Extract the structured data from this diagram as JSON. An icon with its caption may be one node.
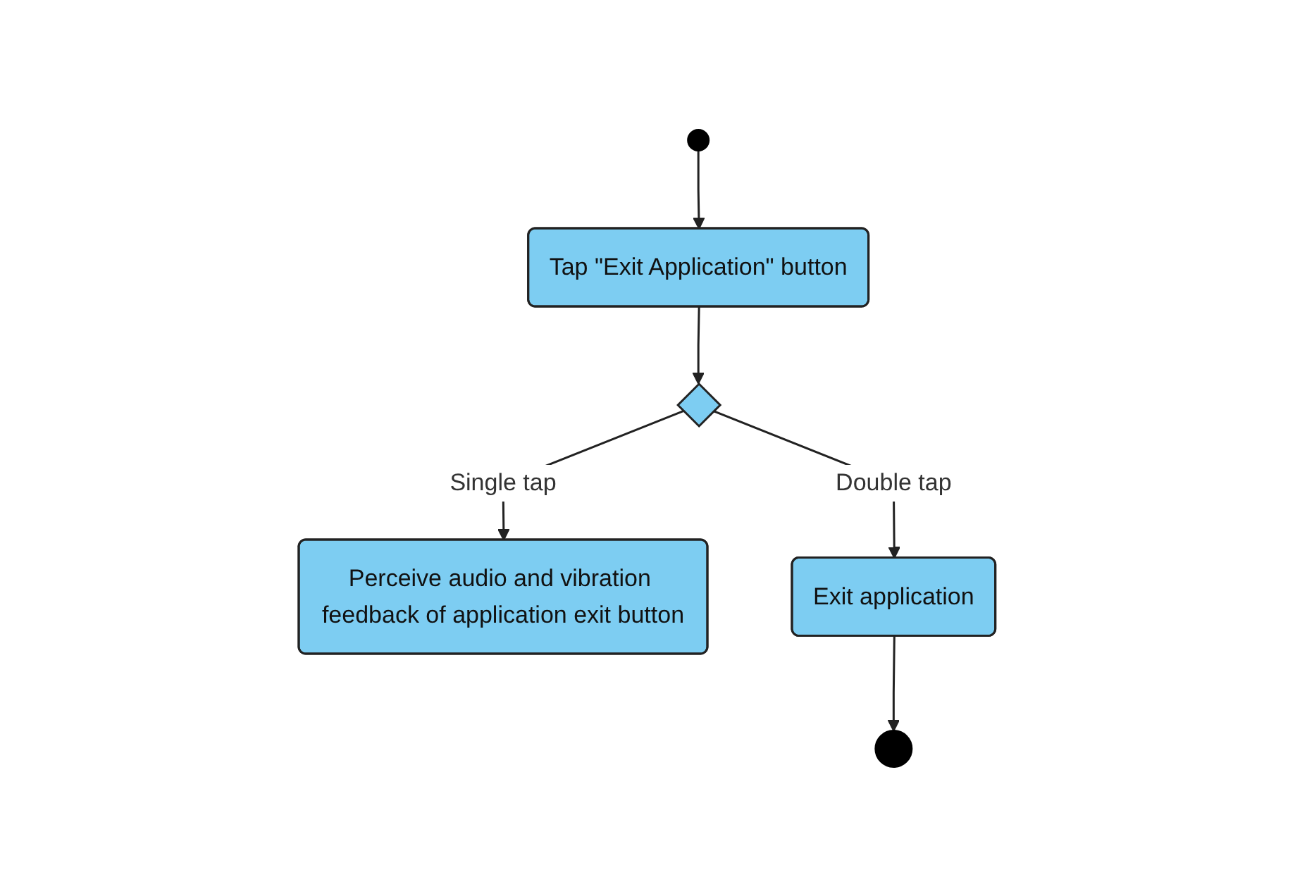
{
  "diagram": {
    "nodes": [
      {
        "text": [],
        "shape": "circle"
      },
      {
        "text": [
          "Tap \"Exit Application\" button"
        ]
      },
      {
        "text": [],
        "shape": "diamond"
      },
      {
        "text": [
          "Perceive audio and vibration feedback of application exit button"
        ]
      },
      {
        "text": [
          "Exit application"
        ]
      },
      {
        "text": [],
        "shape": "circle"
      }
    ],
    "edges": [
      {
        "from": 0,
        "to": 1,
        "arrow": "to"
      },
      {
        "from": 1,
        "to": 2,
        "arrow": "to"
      },
      {
        "from": 2,
        "to": 3,
        "arrow": "to",
        "label": "Single tap"
      },
      {
        "from": 2,
        "to": 4,
        "arrow": "to",
        "label": "Double tap"
      },
      {
        "from": 4,
        "to": 5,
        "arrow": "to"
      }
    ]
  }
}
